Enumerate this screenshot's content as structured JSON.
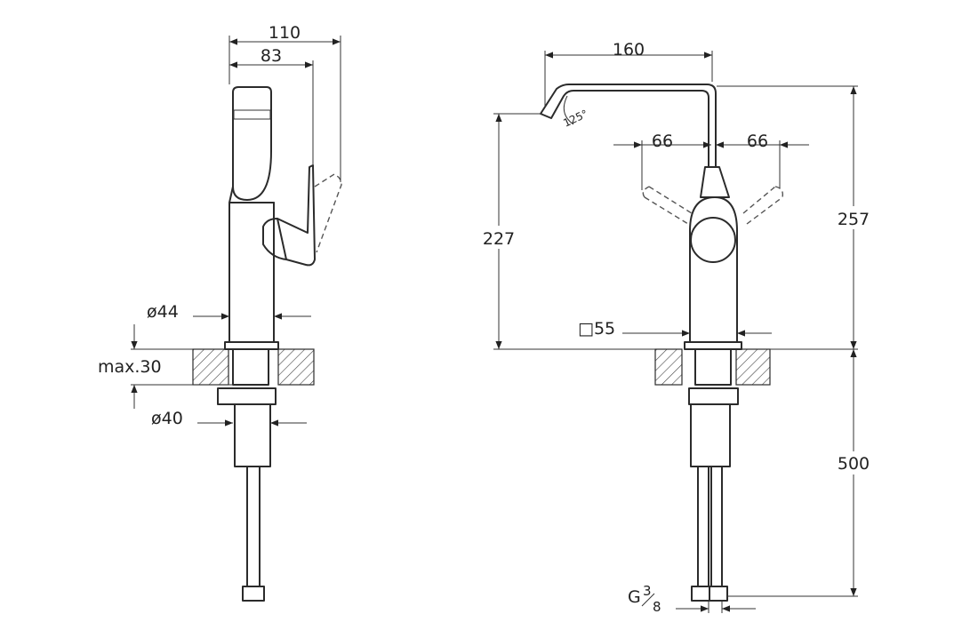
{
  "side_view": {
    "width_overall": "110",
    "width_handle": "83",
    "body_diameter": "ø44",
    "countertop_max": "max.30",
    "shank_diameter": "ø40"
  },
  "front_view": {
    "spout_reach": "160",
    "spout_angle": "125°",
    "handle_left": "66",
    "handle_right": "66",
    "spout_height": "227",
    "total_height": "257",
    "body_square": "□55",
    "hose_length": "500",
    "connection_prefix": "G",
    "connection_num": "3",
    "connection_den": "8"
  }
}
